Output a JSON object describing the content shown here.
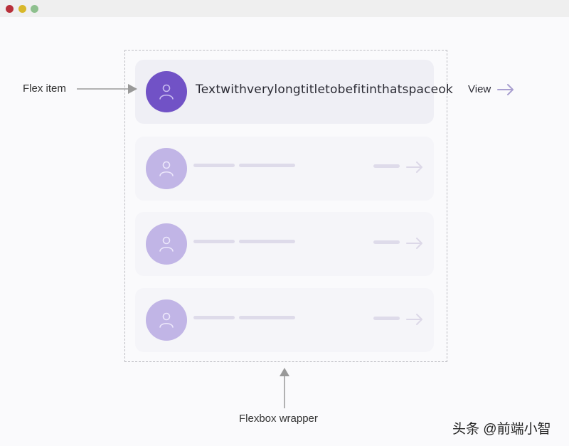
{
  "window": {
    "controls": [
      "close",
      "minimize",
      "maximize"
    ]
  },
  "diagram": {
    "wrapper_label": "Flexbox wrapper",
    "item_label": "Flex item",
    "colors": {
      "accent": "#7152c6",
      "ghost_avatar": "#c1b5e6",
      "placeholder_bar": "#dedbea",
      "arrow": "#b3a9d6",
      "annotation_arrow": "#999999",
      "wrapper_border": "#bcbcc2"
    },
    "items": [
      {
        "state": "active",
        "icon": "user-icon",
        "title": "Textwithverylongtitletobefitinthatspaceok",
        "action_label": "View",
        "action_icon": "arrow-right-icon"
      },
      {
        "state": "placeholder",
        "icon": "user-icon",
        "action_icon": "arrow-right-icon"
      },
      {
        "state": "placeholder",
        "icon": "user-icon",
        "action_icon": "arrow-right-icon"
      },
      {
        "state": "placeholder",
        "icon": "user-icon",
        "action_icon": "arrow-right-icon"
      }
    ]
  },
  "watermark": "头条 @前端小智"
}
